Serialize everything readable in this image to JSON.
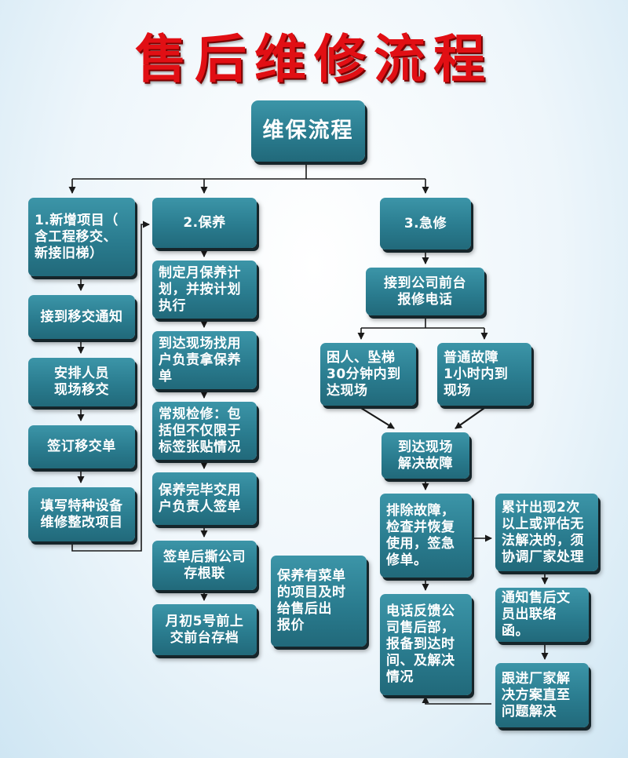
{
  "title": "售后维修流程",
  "root": "维保流程",
  "branch1": {
    "header": "1.新增项目（\n含工程移交、\n新接旧梯）",
    "steps": [
      "接到移交通知",
      "安排人员\n现场移交",
      "签订移交单",
      "填写特种设备\n维修整改项目"
    ]
  },
  "branch2": {
    "header": "2.保养",
    "steps": [
      "制定月保养计\n划，并按计划\n执行",
      "到达现场找用\n户负责拿保养\n单",
      "常规检修：包\n括但不仅限于\n标签张贴情况",
      "保养完毕交用\n户负责人签单",
      "签单后撕公司\n存根联",
      "月初5号前上\n交前台存档"
    ],
    "side_note": "保养有菜单\n的项目及时\n给售后出\n报价"
  },
  "branch3": {
    "header": "3.急修",
    "receive": "接到公司前台\n报修电话",
    "trapped": "困人、坠梯\n30分钟内到\n达现场",
    "normal": "普通故障\n1小时内到\n现场",
    "arrive": "到达现场\n解决故障",
    "fix": "排除故障，\n检查并恢复\n使用，签急\n修单。",
    "escalate": "累计出现2次\n以上或评估无\n法解决的，须\n协调厂家处理",
    "feedback": "电话反馈公\n司售后部，\n报备到达时\n间、及解决\n情况",
    "notify": "通知售后文\n员出联络函。",
    "followup": "跟进厂家解\n决方案直至\n问题解决"
  },
  "colors": {
    "title": "#e10f14",
    "box": "#2a7c8f",
    "line": "#1a1a1a"
  }
}
